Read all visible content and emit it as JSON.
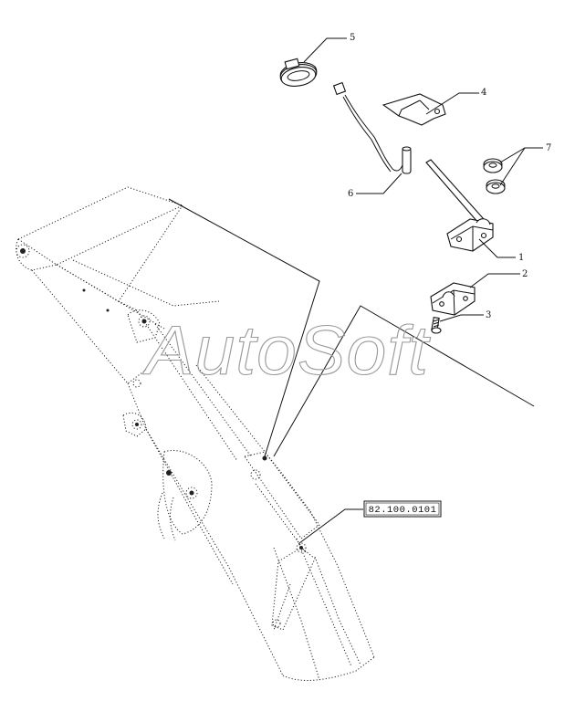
{
  "callouts": [
    {
      "id": "1",
      "label": "1"
    },
    {
      "id": "2",
      "label": "2"
    },
    {
      "id": "3",
      "label": "3"
    },
    {
      "id": "4",
      "label": "4"
    },
    {
      "id": "5",
      "label": "5"
    },
    {
      "id": "6",
      "label": "6"
    },
    {
      "id": "7",
      "label": "7"
    }
  ],
  "reference_box": "82.100.0101",
  "watermark": "AutoSoft"
}
